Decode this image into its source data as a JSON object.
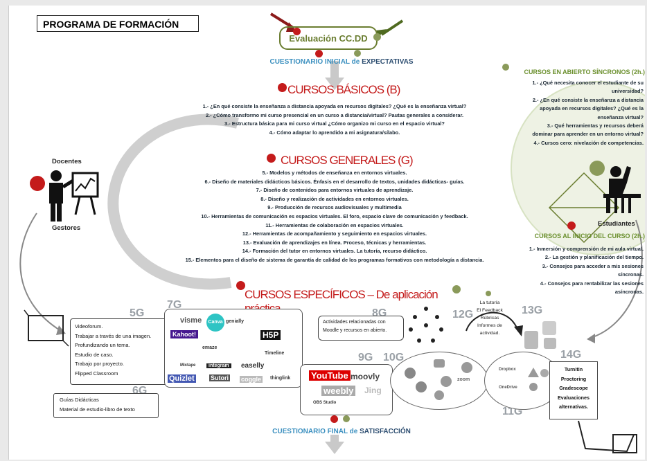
{
  "title": "PROGRAMA DE FORMACIÓN",
  "evaluation": "Evaluación CC.DD",
  "initial_survey": {
    "prefix": "CUESTIONARIO INICIAL de",
    "emphasis": "EXPECTATIVAS"
  },
  "final_survey": {
    "prefix": "CUESTIONARIO FINAL de",
    "emphasis": "SATISFACCIÓN"
  },
  "basic": {
    "heading": "CURSOS BÁSICOS (B)",
    "items": [
      "1.- ¿En qué consiste la enseñanza a distancia apoyada en recursos digitales? ¿Qué es la enseñanza virtual?",
      "2.- ¿Cómo transformo mi curso presencial en un curso a distancia/virtual? Pautas generales a considerar.",
      "3.- Estructura básica para mi curso virtual ¿Cómo organizo mi curso en el espacio virtual?",
      "4.- Cómo adaptar lo aprendido a mi asignatura/sílabo."
    ]
  },
  "general": {
    "heading": "CURSOS GENERALES (G)",
    "items": [
      "5.- Modelos y métodos de enseñanza en entornos virtuales.",
      "6.- Diseño de materiales didácticos básicos. Énfasis en el desarrollo de textos, unidades didácticas- guías.",
      "7.- Diseño de contenidos para entornos virtuales de aprendizaje.",
      "8.- Diseño y realización de actividades en entornos virtuales.",
      "9.- Producción de recursos audiovisuales y multimedia",
      "10.- Herramientas de comunicación es espacios virtuales. El foro, espacio clave de comunicación y feedback.",
      "11.- Herramientas de colaboración en espacios virtuales.",
      "12.- Herramientas de acompañamiento y seguimiento en espacios virtuales.",
      "13.- Evaluación de aprendizajes en línea. Proceso, técnicas y herramientas.",
      "14.- Formación del tutor en entornos virtuales. La tutoría, recurso didáctico.",
      "15.- Elementos para el diseño de sistema de garantía de calidad de los programas formativos con metodología a distancia."
    ]
  },
  "specific": {
    "heading": "CURSOS ESPECÍFICOS – De aplicación práctica"
  },
  "sync_open": {
    "heading": "CURSOS EN ABIERTO SÍNCRONOS (2h.)",
    "lines": [
      "1.- ¿Qué necesita conocer el estudiante de su",
      "universidad?",
      "2.- ¿En qué consiste la enseñanza a distancia",
      "apoyada en recursos digitales? ¿Qué es la",
      "enseñanza virtual?",
      "3.- Qué herramientas y recursos deberá",
      "dominar para aprender en un entorno virtual?",
      "4.- Cursos cero: nivelación de competencias."
    ]
  },
  "course_start": {
    "heading": "CURSOS AL INICIO DEL CURSO (2h.)",
    "lines": [
      "1.- Inmersión y comprensión de mi aula virtual.",
      "2.- La gestión y planificación del tiempo.",
      "3.- Consejos para acceder a mis sesiones",
      "síncronas.",
      "4.- Consejos para rentabilizar las sesiones",
      "asíncronas."
    ]
  },
  "actors": {
    "teachers": "Docentes",
    "managers": "Gestores",
    "students": "Estudiantes"
  },
  "groups": {
    "g5": "5G",
    "g6": "6G",
    "g7": "7G",
    "g8": "8G",
    "g9": "9G",
    "g10": "10G",
    "g11": "11G",
    "g12": "12G",
    "g13": "13G",
    "g14": "14G"
  },
  "methods_box": [
    "Videoforum.",
    "Trabajar a través de una imagen.",
    "Profundizando un tema.",
    "Estudio de caso.",
    "Trabajo por proyecto.",
    "Flipped Classroom"
  ],
  "guides_box": [
    "Guías Didácticas",
    "Material de estudio-libro de texto"
  ],
  "activities_box": [
    "Actividades relacionadas con",
    "Moodle y recursos en abierto."
  ],
  "tutoring_text": [
    "La tutoría",
    "El Feedback",
    "Rúbricas",
    "Informes de",
    "actividad."
  ],
  "assessment_box": [
    "Turnitin",
    "Proctoring",
    "Gradescope",
    "Evaluaciones",
    "alternativas."
  ],
  "logos_7g": [
    "visme",
    "Canva",
    "Kahoot!",
    "H5P",
    "emaze",
    "genially",
    "Timeline",
    "Mixtape",
    "integram",
    "easelly",
    "thinglink",
    "Quizlet",
    "Sutori",
    "coggle"
  ],
  "logos_9g": [
    "YouTube",
    "moovly",
    "weebly",
    "Jing",
    "OBS Studio"
  ],
  "logos_10g": [
    "zoom"
  ],
  "logos_11g": [
    "Dropbox",
    "OneDrive"
  ],
  "colors": {
    "red": "#c41b1b",
    "olive": "#6a7d30",
    "green": "#7a9a3a",
    "blue": "#2c4d70"
  }
}
